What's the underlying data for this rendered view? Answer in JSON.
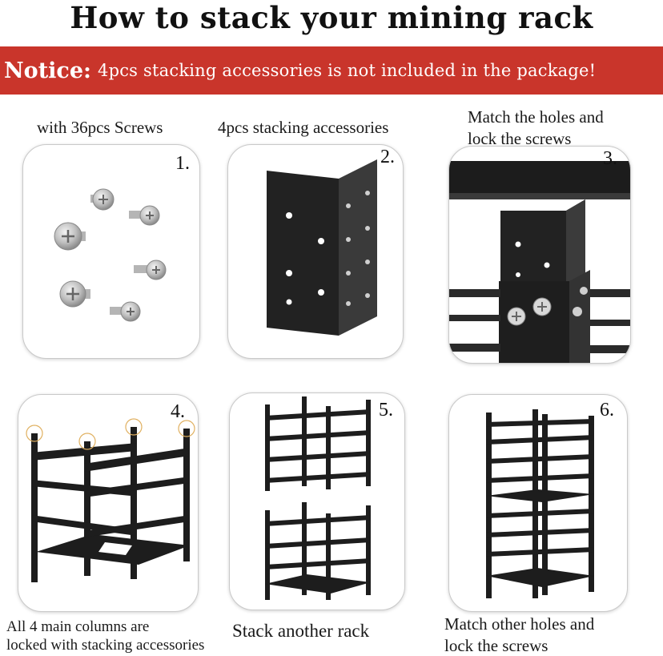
{
  "title": "How to stack your mining rack",
  "notice": {
    "label": "Notice:",
    "message": "4pcs stacking accessories is not included in the package!",
    "color": "#c9352b"
  },
  "steps": [
    {
      "number": "1.",
      "caption_lines": [
        "with 36pcs Screws"
      ]
    },
    {
      "number": "2.",
      "caption_lines": [
        "4pcs stacking accessories"
      ]
    },
    {
      "number": "3.",
      "caption_lines": [
        "Match the holes and",
        "lock the screws"
      ]
    },
    {
      "number": "4.",
      "caption_lines": [
        "All 4 main columns are",
        "locked with stacking accessories"
      ]
    },
    {
      "number": "5.",
      "caption_lines": [
        "Stack another rack"
      ]
    },
    {
      "number": "6.",
      "caption_lines": [
        "Match other holes and",
        "lock the screws"
      ]
    }
  ]
}
